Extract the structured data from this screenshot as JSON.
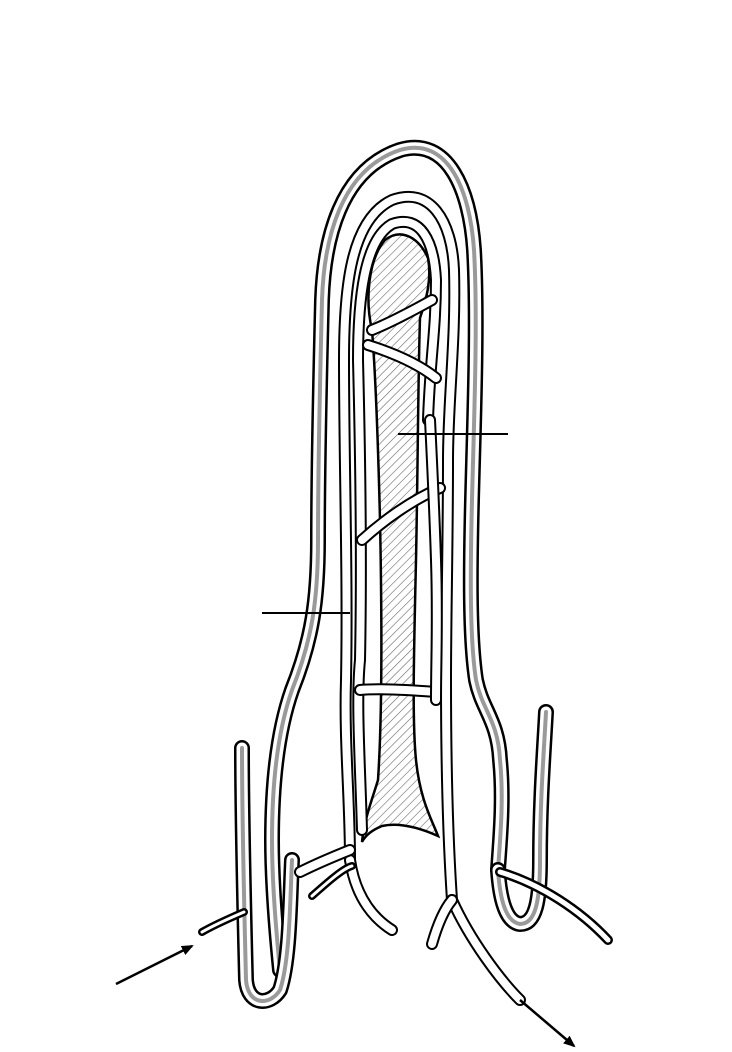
{
  "diagram": {
    "colors": {
      "background": "#ffffff",
      "line": "#000000",
      "wall_fill": "#ffffff",
      "wall_inner": "#9a9a9a",
      "hatch": "#6a6a6a"
    },
    "elements": [
      "villus-outer-wall",
      "lacteal-core",
      "capillary-network",
      "feeding-arteriole",
      "draining-venule",
      "inflow-arrow",
      "outflow-arrow",
      "leader-line-right",
      "leader-line-left"
    ]
  }
}
